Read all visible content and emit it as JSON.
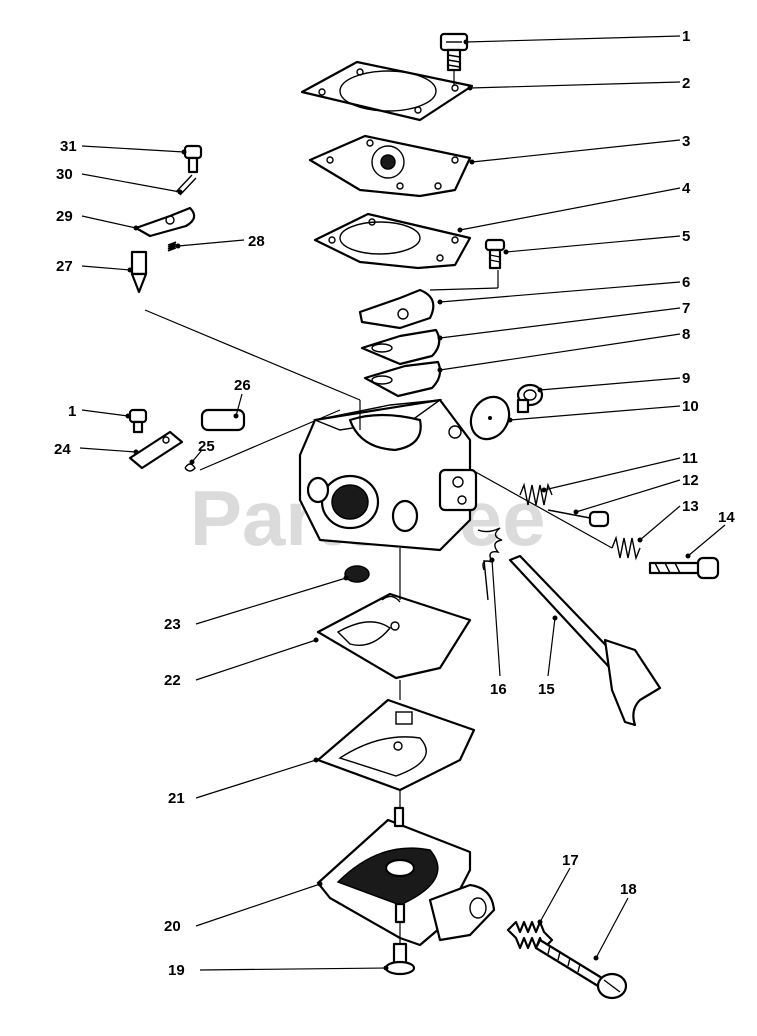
{
  "watermark": "PartsTree",
  "callouts": [
    {
      "id": "c1a",
      "label": "1"
    },
    {
      "id": "c2",
      "label": "2"
    },
    {
      "id": "c3",
      "label": "3"
    },
    {
      "id": "c4",
      "label": "4"
    },
    {
      "id": "c5",
      "label": "5"
    },
    {
      "id": "c6",
      "label": "6"
    },
    {
      "id": "c7",
      "label": "7"
    },
    {
      "id": "c8",
      "label": "8"
    },
    {
      "id": "c9",
      "label": "9"
    },
    {
      "id": "c10",
      "label": "10"
    },
    {
      "id": "c11",
      "label": "11"
    },
    {
      "id": "c12",
      "label": "12"
    },
    {
      "id": "c13",
      "label": "13"
    },
    {
      "id": "c14",
      "label": "14"
    },
    {
      "id": "c15",
      "label": "15"
    },
    {
      "id": "c16",
      "label": "16"
    },
    {
      "id": "c17",
      "label": "17"
    },
    {
      "id": "c18",
      "label": "18"
    },
    {
      "id": "c19",
      "label": "19"
    },
    {
      "id": "c20",
      "label": "20"
    },
    {
      "id": "c21",
      "label": "21"
    },
    {
      "id": "c22",
      "label": "22"
    },
    {
      "id": "c23",
      "label": "23"
    },
    {
      "id": "c24",
      "label": "24"
    },
    {
      "id": "c25",
      "label": "25"
    },
    {
      "id": "c26",
      "label": "26"
    },
    {
      "id": "c27",
      "label": "27"
    },
    {
      "id": "c28",
      "label": "28"
    },
    {
      "id": "c29",
      "label": "29"
    },
    {
      "id": "c30",
      "label": "30"
    },
    {
      "id": "c31",
      "label": "31"
    },
    {
      "id": "c1b",
      "label": "1"
    }
  ]
}
